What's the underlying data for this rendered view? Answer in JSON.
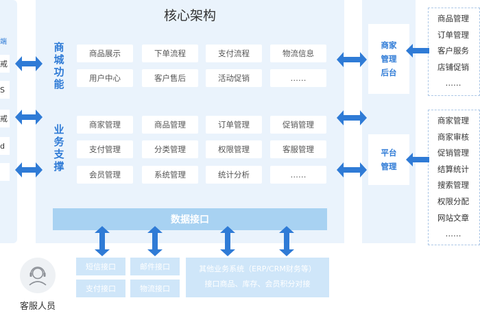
{
  "core": {
    "title": "核心架构",
    "mall_label": "商城功能",
    "support_label": "业务支撑",
    "mall_rows": [
      [
        "商品展示",
        "下单流程",
        "支付流程",
        "物流信息"
      ],
      [
        "用户中心",
        "客户售后",
        "活动促销",
        "……"
      ]
    ],
    "support_rows": [
      [
        "商家管理",
        "商品管理",
        "订单管理",
        "促销管理"
      ],
      [
        "支付管理",
        "分类管理",
        "权限管理",
        "客服管理"
      ],
      [
        "会员管理",
        "系统管理",
        "统计分析",
        "……"
      ]
    ]
  },
  "left_panel": {
    "fragments": [
      "端",
      "戒",
      "S",
      "戒",
      "d"
    ]
  },
  "right": {
    "merchant_backend": "商家管理后台",
    "platform_admin": "平台管理",
    "merchant_list": [
      "商品管理",
      "订单管理",
      "客户服务",
      "店铺促销",
      "……"
    ],
    "platform_list": [
      "商家管理",
      "商家审核",
      "促销管理",
      "结算统计",
      "搜索管理",
      "权限分配",
      "网站文章",
      "……"
    ]
  },
  "data_interface": {
    "label": "数据接口",
    "interfaces": [
      "短信接口",
      "邮件接口",
      "支付接口",
      "物流接口"
    ],
    "other_systems": [
      "其他业务系统（ERP/CRM财务等）",
      "接口商品、库存、会员积分对接"
    ]
  },
  "customer_service": {
    "label": "客服人员"
  },
  "colors": {
    "accent": "#2f7bd6",
    "arrow": "#2f7bd6",
    "panel": "#eaf3fc",
    "bar": "#a8d2f2"
  }
}
